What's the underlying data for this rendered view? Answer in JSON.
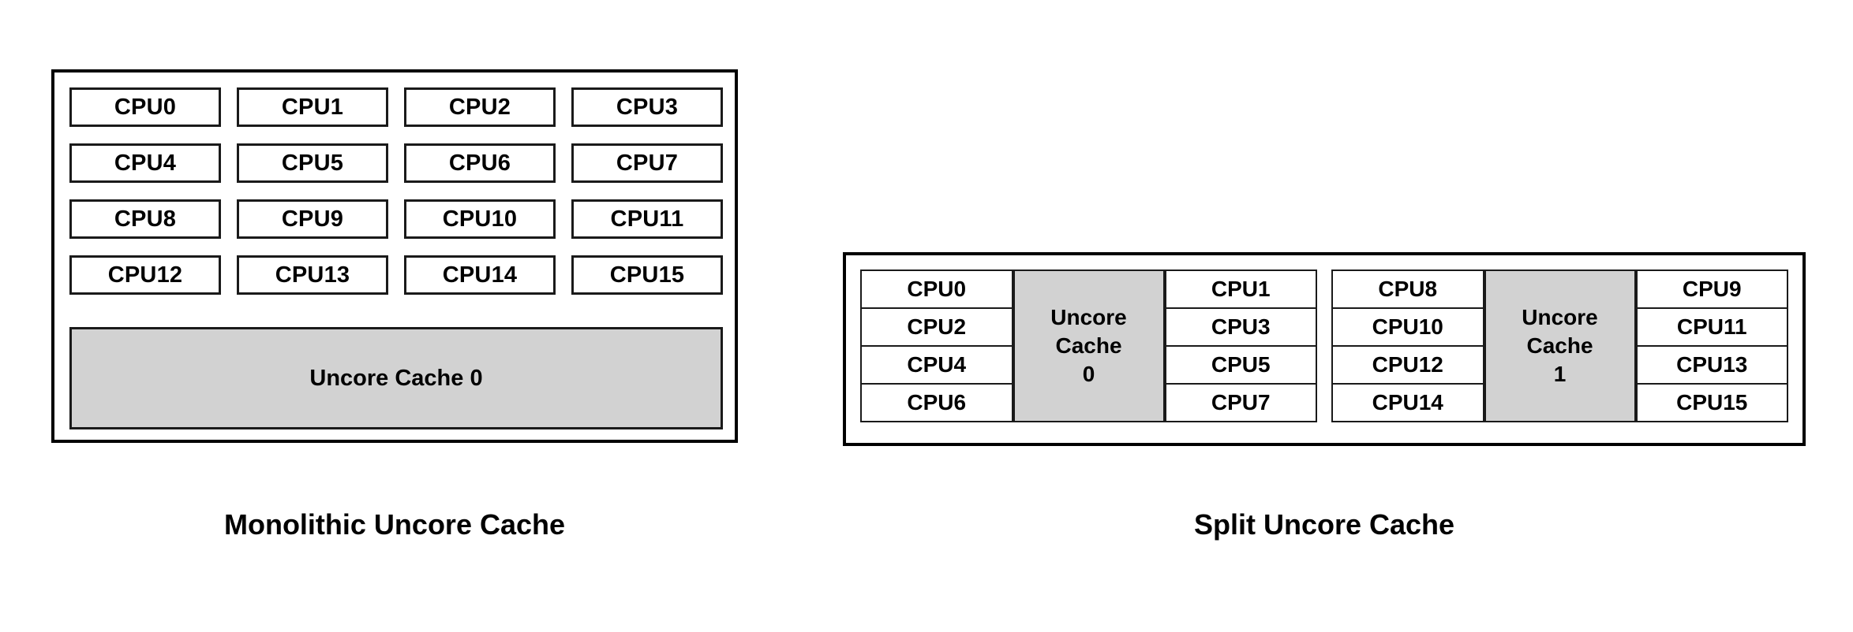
{
  "colors": {
    "cache_fill": "#d2d2d2",
    "box_border": "#1a1a1a",
    "outer_border": "#000000",
    "background": "#ffffff",
    "text": "#000000"
  },
  "monolithic": {
    "caption": "Monolithic Uncore Cache",
    "cpu_rows": [
      [
        "CPU0",
        "CPU1",
        "CPU2",
        "CPU3"
      ],
      [
        "CPU4",
        "CPU5",
        "CPU6",
        "CPU7"
      ],
      [
        "CPU8",
        "CPU9",
        "CPU10",
        "CPU11"
      ],
      [
        "CPU12",
        "CPU13",
        "CPU14",
        "CPU15"
      ]
    ],
    "cache_label": "Uncore Cache 0"
  },
  "split": {
    "caption": "Split Uncore Cache",
    "groups": [
      {
        "left_column": [
          "CPU0",
          "CPU2",
          "CPU4",
          "CPU6"
        ],
        "cache_line1": "Uncore",
        "cache_line2": "Cache",
        "cache_line3": "0",
        "right_column": [
          "CPU1",
          "CPU3",
          "CPU5",
          "CPU7"
        ]
      },
      {
        "left_column": [
          "CPU8",
          "CPU10",
          "CPU12",
          "CPU14"
        ],
        "cache_line1": "Uncore",
        "cache_line2": "Cache",
        "cache_line3": "1",
        "right_column": [
          "CPU9",
          "CPU11",
          "CPU13",
          "CPU15"
        ]
      }
    ]
  }
}
